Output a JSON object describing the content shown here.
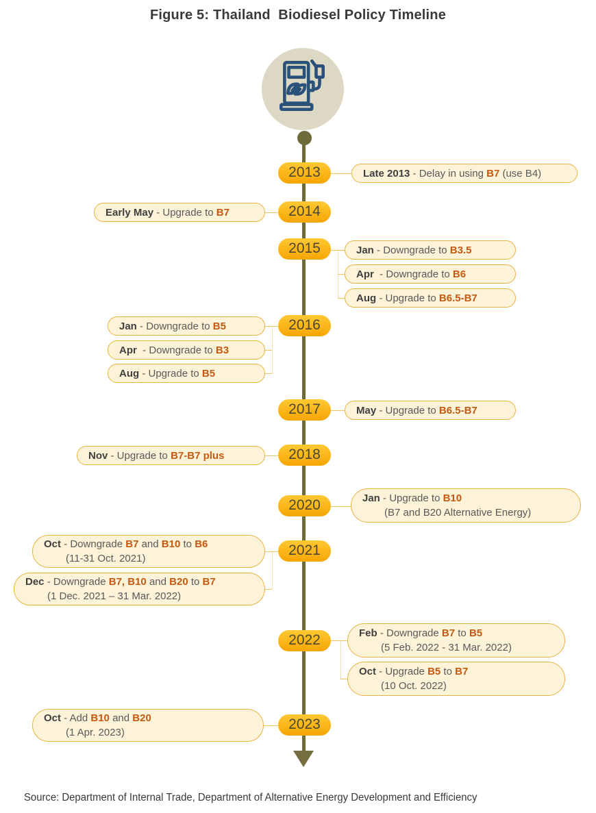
{
  "title": "Figure 5: Thailand  Biodiesel Policy Timeline",
  "source": "Source: Department of Internal Trade, Department of Alternative Energy Development and Efficiency",
  "icon": "fuel-pump-with-leaves-icon",
  "colors": {
    "accent_orange": "#C45911",
    "pill_gradient_top": "#FFC933",
    "pill_gradient_bottom": "#F6A503",
    "box_fill": "#FDF3D8",
    "box_border": "#E8B441",
    "connector": "#F0C45F",
    "timeline_olive": "#6F6B38",
    "icon_circle_bg": "#DCD8C4",
    "icon_stroke_blue": "#2A5179",
    "text_dark": "#3F3F3F",
    "text_gray": "#595959"
  },
  "years": [
    {
      "label": "2013",
      "side": "right",
      "events": [
        {
          "segments": [
            [
              "Late 2013",
              "b"
            ],
            [
              " - Delay in using ",
              "n"
            ],
            [
              "B7",
              "o"
            ],
            [
              " (use B4)",
              "n"
            ]
          ]
        }
      ]
    },
    {
      "label": "2014",
      "side": "left",
      "events": [
        {
          "segments": [
            [
              "Early May",
              "b"
            ],
            [
              " - Upgrade to ",
              "n"
            ],
            [
              "B7",
              "o"
            ]
          ]
        }
      ]
    },
    {
      "label": "2015",
      "side": "right",
      "events": [
        {
          "segments": [
            [
              "Jan",
              "b"
            ],
            [
              " - Downgrade to ",
              "n"
            ],
            [
              "B3.5",
              "o"
            ]
          ]
        },
        {
          "segments": [
            [
              "Apr",
              "b"
            ],
            [
              "  - Downgrade to ",
              "n"
            ],
            [
              "B6",
              "o"
            ]
          ]
        },
        {
          "segments": [
            [
              "Aug",
              "b"
            ],
            [
              " - Upgrade to ",
              "n"
            ],
            [
              "B6.5-B7",
              "o"
            ]
          ]
        }
      ]
    },
    {
      "label": "2016",
      "side": "left",
      "events": [
        {
          "segments": [
            [
              "Jan",
              "b"
            ],
            [
              " - Downgrade to ",
              "n"
            ],
            [
              "B5",
              "o"
            ]
          ]
        },
        {
          "segments": [
            [
              "Apr",
              "b"
            ],
            [
              "  - Downgrade to ",
              "n"
            ],
            [
              "B3",
              "o"
            ]
          ]
        },
        {
          "segments": [
            [
              "Aug",
              "b"
            ],
            [
              " - Upgrade to ",
              "n"
            ],
            [
              "B5",
              "o"
            ]
          ]
        }
      ]
    },
    {
      "label": "2017",
      "side": "right",
      "events": [
        {
          "segments": [
            [
              "May",
              "b"
            ],
            [
              " - Upgrade to ",
              "n"
            ],
            [
              "B6.5-B7",
              "o"
            ]
          ]
        }
      ]
    },
    {
      "label": "2018",
      "side": "left",
      "events": [
        {
          "segments": [
            [
              "Nov",
              "b"
            ],
            [
              " - Upgrade to ",
              "n"
            ],
            [
              "B7-B7 plus",
              "o"
            ]
          ]
        }
      ]
    },
    {
      "label": "2020",
      "side": "right",
      "events": [
        {
          "segments": [
            [
              "Jan",
              "b"
            ],
            [
              " - Upgrade to ",
              "n"
            ],
            [
              "B10",
              "o"
            ]
          ],
          "line2": "(B7 and B20 Alternative Energy)"
        }
      ]
    },
    {
      "label": "2021",
      "side": "left",
      "events": [
        {
          "segments": [
            [
              "Oct",
              "b"
            ],
            [
              " - Downgrade ",
              "n"
            ],
            [
              "B7",
              "o"
            ],
            [
              " and ",
              "n"
            ],
            [
              "B10",
              "o"
            ],
            [
              " to ",
              "n"
            ],
            [
              "B6",
              "o"
            ]
          ],
          "line2": "(11-31 Oct. 2021)"
        },
        {
          "segments": [
            [
              "Dec",
              "b"
            ],
            [
              " - Downgrade ",
              "n"
            ],
            [
              "B7, B10",
              "o"
            ],
            [
              " and ",
              "n"
            ],
            [
              "B20",
              "o"
            ],
            [
              " to ",
              "n"
            ],
            [
              "B7",
              "o"
            ]
          ],
          "line2": "(1 Dec. 2021 – 31 Mar. 2022)"
        }
      ]
    },
    {
      "label": "2022",
      "side": "right",
      "events": [
        {
          "segments": [
            [
              "Feb",
              "b"
            ],
            [
              " - Downgrade ",
              "n"
            ],
            [
              "B7",
              "o"
            ],
            [
              " to ",
              "n"
            ],
            [
              "B5",
              "o"
            ]
          ],
          "line2": "(5 Feb. 2022 - 31 Mar. 2022)"
        },
        {
          "segments": [
            [
              "Oct",
              "b"
            ],
            [
              " - Upgrade ",
              "n"
            ],
            [
              "B5",
              "o"
            ],
            [
              " to ",
              "n"
            ],
            [
              "B7",
              "o"
            ]
          ],
          "line2": "(10 Oct. 2022)"
        }
      ]
    },
    {
      "label": "2023",
      "side": "left",
      "events": [
        {
          "segments": [
            [
              "Oct",
              "b"
            ],
            [
              " - Add ",
              "n"
            ],
            [
              "B10",
              "o"
            ],
            [
              " and ",
              "n"
            ],
            [
              "B20",
              "o"
            ]
          ],
          "line2": "(1 Apr. 2023)"
        }
      ]
    }
  ]
}
